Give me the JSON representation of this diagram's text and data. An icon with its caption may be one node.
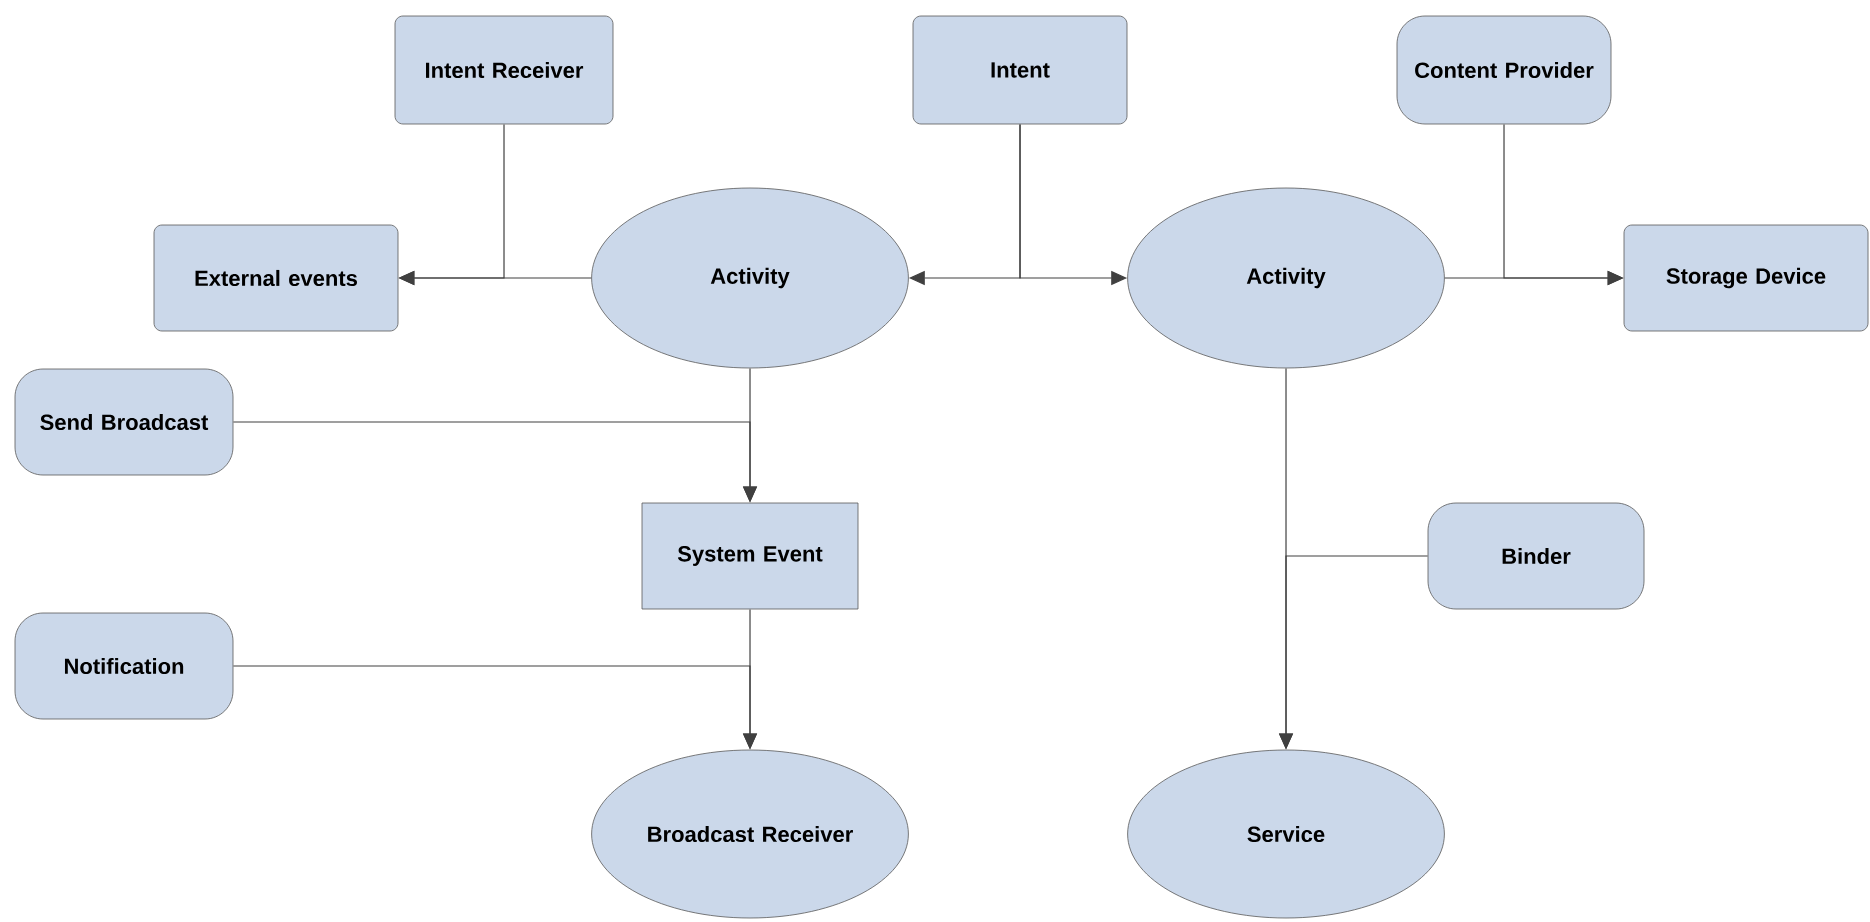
{
  "diagram": {
    "nodes": [
      {
        "text": [
          "Intent Receiver"
        ]
      },
      {
        "text": [
          "Intent"
        ]
      },
      {
        "text": [
          "Content Provider"
        ]
      },
      {
        "text": [
          "External events"
        ]
      },
      {
        "text": [
          "Activity"
        ]
      },
      {
        "text": [
          "Activity"
        ]
      },
      {
        "text": [
          "Storage Device"
        ]
      },
      {
        "text": [
          "Send Broadcast"
        ]
      },
      {
        "text": [
          "System Event"
        ]
      },
      {
        "text": [
          "Binder"
        ]
      },
      {
        "text": [
          "Notification"
        ]
      },
      {
        "text": [
          "Broadcast Receiver"
        ]
      },
      {
        "text": [
          "Service"
        ]
      }
    ],
    "edges": [
      {
        "from": 4,
        "to": 3,
        "arrow": "to"
      },
      {
        "from": 0,
        "to": 3,
        "arrow": "to"
      },
      {
        "from": 1,
        "to": 4,
        "arrow": "to"
      },
      {
        "from": 1,
        "to": 5,
        "arrow": "to"
      },
      {
        "from": 5,
        "to": 6,
        "arrow": "to"
      },
      {
        "from": 2,
        "to": 6,
        "arrow": "to"
      },
      {
        "from": 4,
        "to": 8,
        "arrow": "to"
      },
      {
        "from": 7,
        "to": 8,
        "arrow": "to"
      },
      {
        "from": 8,
        "to": 11,
        "arrow": "to"
      },
      {
        "from": 10,
        "to": 11,
        "arrow": "to"
      },
      {
        "from": 5,
        "to": 12,
        "arrow": "to"
      },
      {
        "from": 9,
        "to": 12,
        "arrow": "to"
      }
    ]
  }
}
